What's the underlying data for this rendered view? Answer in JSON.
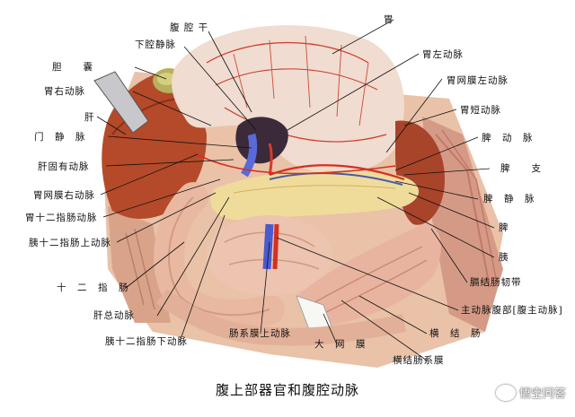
{
  "figure": {
    "caption": "腹上部器官和腹腔动脉",
    "watermark": "悟空问答",
    "labels": {
      "celiac_trunk": "腹 腔 干",
      "ivc": "下腔静脉",
      "stomach": "胃",
      "gallbladder": "胆　　囊",
      "left_gastric_artery": "胃左动脉",
      "right_gastric_artery": "胃右动脉",
      "left_gastroepiploic_artery": "胃网膜左动脉",
      "liver": "肝",
      "short_gastric_artery": "胃短动脉",
      "portal_vein": "门　静　脉",
      "splenic_artery": "脾　动　脉",
      "proper_hepatic_artery": "肝固有动脉",
      "spleen_pedicle": "脾　　支",
      "right_gastroepiploic_artery": "胃网膜右动脉",
      "splenic_vein": "脾　静　脉",
      "gastroduodenal_artery": "胃十二指肠动脉",
      "spleen": "脾",
      "superior_pancreaticoduodenal": "胰十二指肠上动脉",
      "pancreas": "胰",
      "phrenicocolic_ligament": "膈结肠韧带",
      "duodenum": "十　二　指　肠",
      "abdominal_aorta": "主动脉腹部[腹主动脉]",
      "common_hepatic_artery": "肝总动脉",
      "transverse_colon": "横　结　肠",
      "inferior_pancreaticoduodenal": "胰十二指肠下动脉",
      "superior_mesenteric_artery": "肠系膜上动脉",
      "greater_omentum": "大　网　膜",
      "transverse_mesocolon": "横结肠系膜"
    }
  }
}
